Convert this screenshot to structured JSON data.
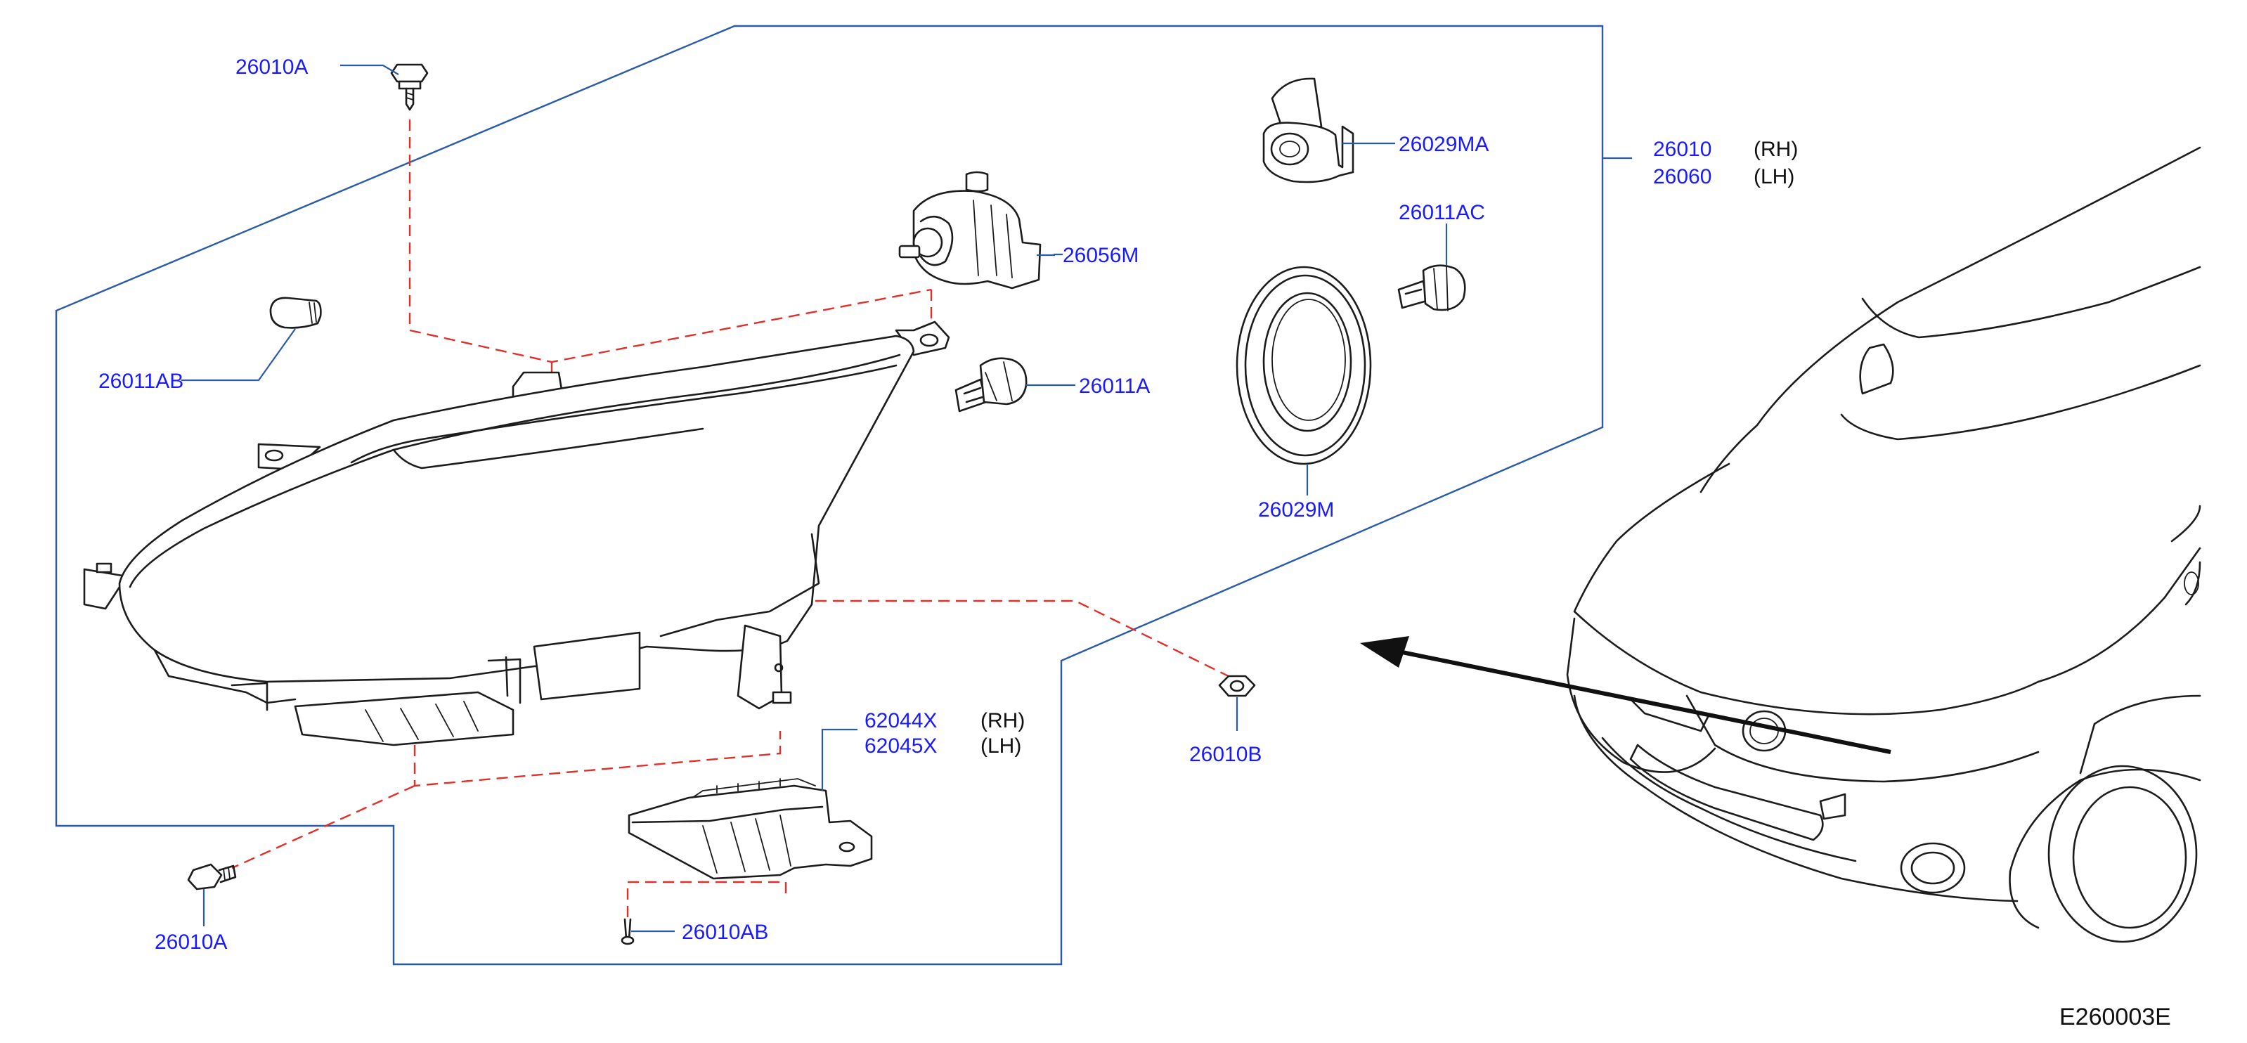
{
  "diagram": {
    "labels": {
      "l_26010A_top": "26010A",
      "l_26011AB": "26011AB",
      "l_26056M": "26056M",
      "l_26011A": "26011A",
      "l_26029MA": "26029MA",
      "l_26011AC": "26011AC",
      "l_26029M": "26029M",
      "l_26010": "26010",
      "l_26060": "26060",
      "l_26010B": "26010B",
      "l_62044X": "62044X",
      "l_62045X": "62045X",
      "l_26010A_bottom": "26010A",
      "l_26010AB": "26010AB"
    },
    "qualifiers": {
      "rh_1": "(RH)",
      "lh_1": "(LH)",
      "rh_2": "(RH)",
      "lh_2": "(LH)"
    },
    "diagram_code": "E260003E",
    "colors": {
      "label": "#1a1aff",
      "leader": "#2a5aa8",
      "dash": "#e0302a",
      "ink": "#1c1c1c"
    }
  }
}
